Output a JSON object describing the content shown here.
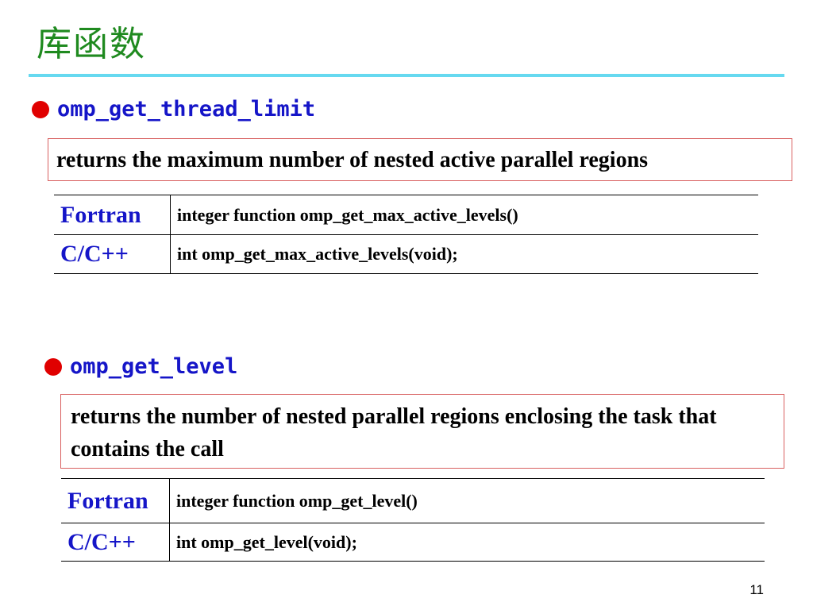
{
  "slide": {
    "title": "库函数",
    "page_number": "11"
  },
  "section1": {
    "function_name": "omp_get_thread_limit",
    "description": "returns the maximum number of nested active parallel regions",
    "rows": [
      {
        "lang": "Fortran",
        "signature": "integer function omp_get_max_active_levels()"
      },
      {
        "lang": "C/C++",
        "signature": "int omp_get_max_active_levels(void);"
      }
    ]
  },
  "section2": {
    "function_name": "omp_get_level",
    "description": "returns the number of nested parallel regions enclosing the task that contains the call",
    "rows": [
      {
        "lang": "Fortran",
        "signature": "integer function omp_get_level()"
      },
      {
        "lang": "C/C++",
        "signature": "int omp_get_level(void);"
      }
    ]
  },
  "colors": {
    "title": "#1f8a1f",
    "rule": "#66d9f0",
    "bullet": "#e00000",
    "accent_text": "#1515c8",
    "box_border": "#d86060"
  }
}
